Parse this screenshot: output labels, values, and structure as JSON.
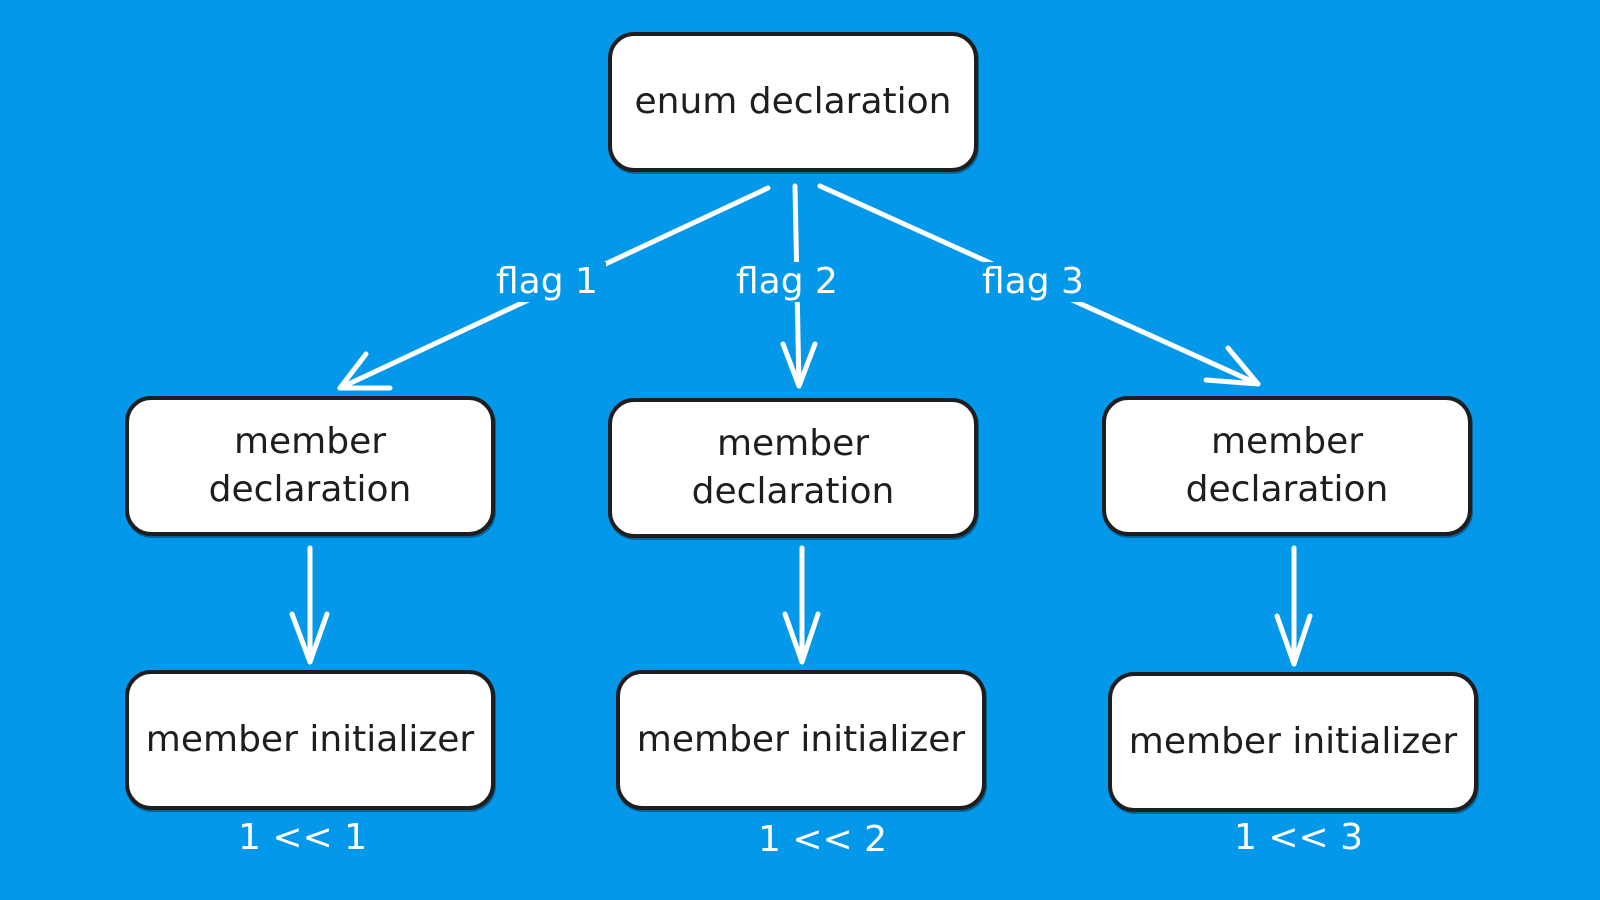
{
  "diagram": {
    "root": {
      "label": "enum declaration"
    },
    "edges": [
      {
        "label": "flag 1"
      },
      {
        "label": "flag 2"
      },
      {
        "label": "flag 3"
      }
    ],
    "columns": [
      {
        "declaration": {
          "line1": "member",
          "line2": "declaration"
        },
        "initializer": {
          "label": "member initializer"
        },
        "value": "1 << 1"
      },
      {
        "declaration": {
          "line1": "member",
          "line2": "declaration"
        },
        "initializer": {
          "label": "member initializer"
        },
        "value": "1 << 2"
      },
      {
        "declaration": {
          "line1": "member",
          "line2": "declaration"
        },
        "initializer": {
          "label": "member initializer"
        },
        "value": "1 << 3"
      }
    ]
  },
  "colors": {
    "background": "#0398e9",
    "node_fill": "#ffffff",
    "node_stroke": "#1e1e1e",
    "connector": "#ffffff"
  }
}
